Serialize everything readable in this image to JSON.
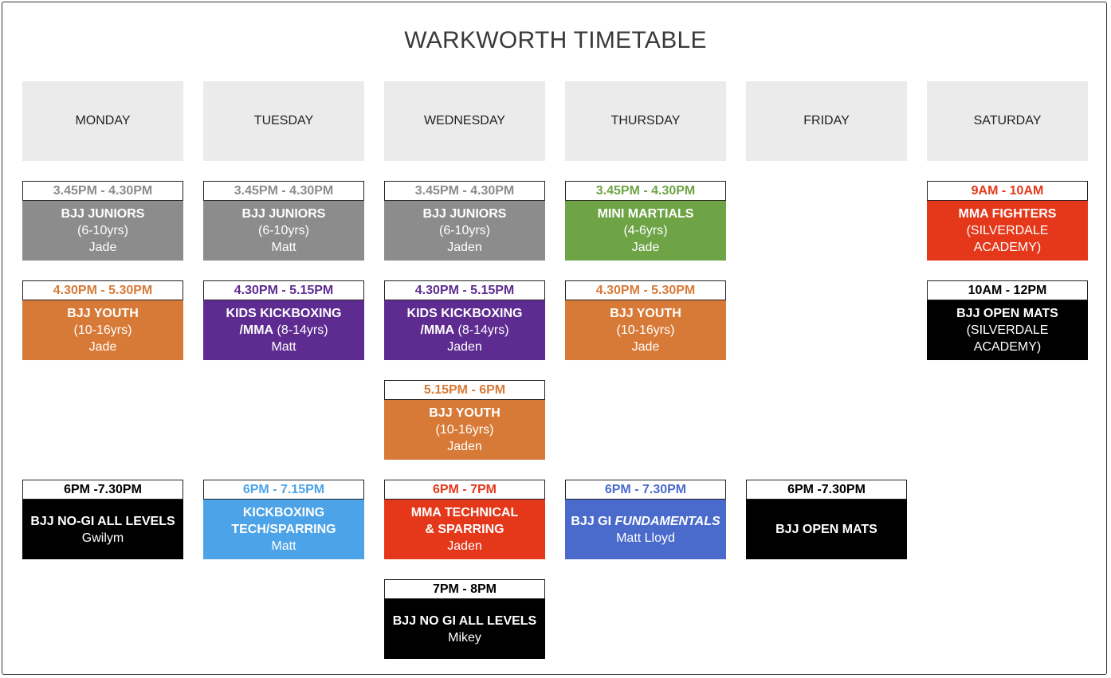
{
  "title": "WARKWORTH TIMETABLE",
  "colors": {
    "grey": "#8c8c8c",
    "green": "#6ea446",
    "red": "#e5381b",
    "orange": "#d87a37",
    "purple": "#5e2c91",
    "black": "#000000",
    "lightblue": "#4da3e8",
    "blue": "#4a6bcc"
  },
  "days": [
    {
      "name": "MONDAY",
      "classes": [
        {
          "time": "3.45PM - 4.30PM",
          "color": "grey",
          "lines": [
            [
              {
                "text": "BJJ JUNIORS",
                "w": "b"
              }
            ],
            [
              {
                "text": "(6-10yrs)",
                "w": "n"
              }
            ],
            [
              {
                "text": "Jade",
                "w": "n"
              }
            ]
          ]
        },
        {
          "time": "4.30PM - 5.30PM",
          "color": "orange",
          "lines": [
            [
              {
                "text": "BJJ YOUTH",
                "w": "b"
              }
            ],
            [
              {
                "text": "(10-16yrs)",
                "w": "n"
              }
            ],
            [
              {
                "text": "Jade",
                "w": "n"
              }
            ]
          ]
        },
        {
          "time": "6PM -7.30PM",
          "color": "black",
          "lines": [
            [
              {
                "text": "BJJ NO-GI ALL LEVELS",
                "w": "b"
              }
            ],
            [
              {
                "text": "Gwilym",
                "w": "n"
              }
            ]
          ]
        }
      ]
    },
    {
      "name": "TUESDAY",
      "classes": [
        {
          "time": "3.45PM - 4.30PM",
          "color": "grey",
          "lines": [
            [
              {
                "text": "BJJ JUNIORS",
                "w": "b"
              }
            ],
            [
              {
                "text": "(6-10yrs)",
                "w": "n"
              }
            ],
            [
              {
                "text": "Matt",
                "w": "n"
              }
            ]
          ]
        },
        {
          "time": "4.30PM - 5.15PM",
          "color": "purple",
          "lines": [
            [
              {
                "text": "KIDS KICKBOXING",
                "w": "b"
              }
            ],
            [
              {
                "text": "/MMA",
                "w": "b"
              },
              {
                "text": " (8-14yrs)",
                "w": "n"
              }
            ],
            [
              {
                "text": "Matt",
                "w": "n"
              }
            ]
          ]
        },
        {
          "time": "6PM - 7.15PM",
          "color": "lightblue",
          "lines": [
            [
              {
                "text": "KICKBOXING",
                "w": "b"
              }
            ],
            [
              {
                "text": "TECH/SPARRING",
                "w": "b"
              }
            ],
            [
              {
                "text": "Matt",
                "w": "n"
              }
            ]
          ]
        }
      ]
    },
    {
      "name": "WEDNESDAY",
      "classes": [
        {
          "time": "3.45PM - 4.30PM",
          "color": "grey",
          "lines": [
            [
              {
                "text": "BJJ JUNIORS",
                "w": "b"
              }
            ],
            [
              {
                "text": "(6-10yrs)",
                "w": "n"
              }
            ],
            [
              {
                "text": "Jaden",
                "w": "n"
              }
            ]
          ]
        },
        {
          "time": "4.30PM - 5.15PM",
          "color": "purple",
          "lines": [
            [
              {
                "text": "KIDS KICKBOXING",
                "w": "b"
              }
            ],
            [
              {
                "text": "/MMA",
                "w": "b"
              },
              {
                "text": " (8-14yrs)",
                "w": "n"
              }
            ],
            [
              {
                "text": "Jaden",
                "w": "n"
              }
            ]
          ]
        },
        {
          "time": "5.15PM - 6PM",
          "color": "orange",
          "lines": [
            [
              {
                "text": "BJJ YOUTH",
                "w": "b"
              }
            ],
            [
              {
                "text": "(10-16yrs)",
                "w": "n"
              }
            ],
            [
              {
                "text": "Jaden",
                "w": "n"
              }
            ]
          ]
        },
        {
          "time": "6PM - 7PM",
          "color": "red",
          "lines": [
            [
              {
                "text": "MMA TECHNICAL",
                "w": "b"
              }
            ],
            [
              {
                "text": "& SPARRING",
                "w": "b"
              }
            ],
            [
              {
                "text": "Jaden",
                "w": "n"
              }
            ]
          ]
        },
        {
          "time": "7PM - 8PM",
          "color": "black",
          "lines": [
            [
              {
                "text": "BJJ NO GI ALL LEVELS",
                "w": "b"
              }
            ],
            [
              {
                "text": "Mikey",
                "w": "n"
              }
            ]
          ]
        }
      ]
    },
    {
      "name": "THURSDAY",
      "classes": [
        {
          "time": "3.45PM - 4.30PM",
          "color": "green",
          "lines": [
            [
              {
                "text": "MINI MARTIALS",
                "w": "b"
              }
            ],
            [
              {
                "text": "(4-6yrs)",
                "w": "n"
              }
            ],
            [
              {
                "text": "Jade",
                "w": "n"
              }
            ]
          ]
        },
        {
          "time": "4.30PM - 5.30PM",
          "color": "orange",
          "lines": [
            [
              {
                "text": "BJJ YOUTH",
                "w": "b"
              }
            ],
            [
              {
                "text": "(10-16yrs)",
                "w": "n"
              }
            ],
            [
              {
                "text": "Jade",
                "w": "n"
              }
            ]
          ]
        },
        {
          "time": "6PM - 7.30PM",
          "color": "blue",
          "lines": [
            [
              {
                "text": "BJJ GI ",
                "w": "b"
              },
              {
                "text": "FUNDAMENTALS",
                "w": "bi"
              }
            ],
            [
              {
                "text": "Matt Lloyd",
                "w": "n"
              }
            ]
          ]
        }
      ]
    },
    {
      "name": "FRIDAY",
      "classes": [
        {
          "time": "6PM -7.30PM",
          "color": "black",
          "lines": [
            [
              {
                "text": "BJJ OPEN MATS",
                "w": "b"
              }
            ]
          ]
        }
      ]
    },
    {
      "name": "SATURDAY",
      "classes": [
        {
          "time": "9AM - 10AM",
          "color": "red",
          "lines": [
            [
              {
                "text": "MMA FIGHTERS",
                "w": "b"
              }
            ],
            [
              {
                "text": "(SILVERDALE",
                "w": "n"
              }
            ],
            [
              {
                "text": "ACADEMY)",
                "w": "n"
              }
            ]
          ]
        },
        {
          "time": "10AM - 12PM",
          "color": "black",
          "lines": [
            [
              {
                "text": "BJJ OPEN MATS",
                "w": "b"
              }
            ],
            [
              {
                "text": "(SILVERDALE",
                "w": "n"
              }
            ],
            [
              {
                "text": "ACADEMY)",
                "w": "n"
              }
            ]
          ]
        }
      ]
    }
  ]
}
